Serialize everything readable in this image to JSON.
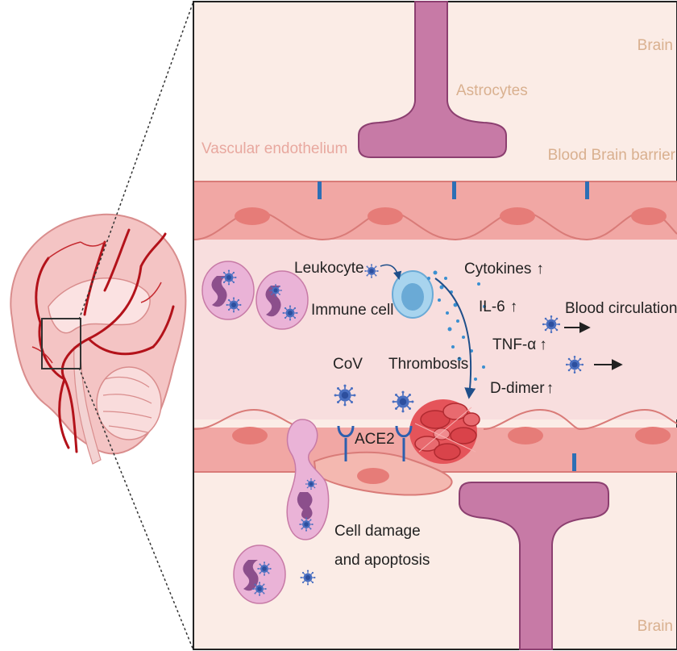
{
  "labels": {
    "brain_top": "Brain",
    "brain_bottom": "Brain",
    "astrocytes": "Astrocytes",
    "vascular_endothelium": "Vascular endothelium",
    "bbb": "Blood Brain barrier",
    "leukocyte": "Leukocyte",
    "immune_cell": "Immune cell",
    "cytokines": "Cytokines",
    "il6": "IL-6",
    "tnf": "TNF-α",
    "ddimer": "D-dimer",
    "blood_circulation": "Blood circulation",
    "cov": "CoV",
    "ace2": "ACE2",
    "thrombosis": "Thrombosis",
    "cell_damage_1": "Cell damage",
    "cell_damage_2": "and apoptosis"
  },
  "arrows": {
    "up": "↑",
    "right": "→"
  },
  "colors": {
    "tissue": "#fbece6",
    "lumen": "#f8dede",
    "endothelium": "#f1a7a4",
    "endothelium_stroke": "#d97b78",
    "nucleus": "#e67c78",
    "astrocyte": "#c77aa6",
    "astrocyte_stroke": "#8c3f70",
    "virus": "#3d63b5",
    "tan_text": "#d9b08f",
    "pink_text": "#e8a89f",
    "clot": "#d9434a"
  }
}
